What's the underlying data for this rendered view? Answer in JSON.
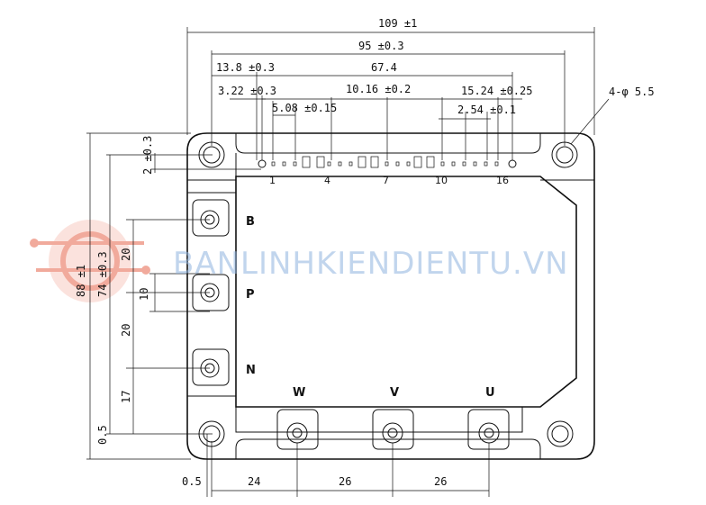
{
  "watermark": {
    "text": "BANLINHKIENDIENTU.VN",
    "color": "#8fb4e0",
    "logo_color": "#e8735c"
  },
  "dimensions": {
    "overall_width": "109 ±1",
    "terminal_span": "95 ±0.3",
    "offset_left": "13.8 ±0.3",
    "inner_span": "67.4",
    "pin_offset": "3.22 ±0.3",
    "pin_group": "5.08 ±0.15",
    "pin_pitch_10": "10.16 ±0.2",
    "pin_pitch_15": "15.24 ±0.25",
    "pin_pitch": "2.54 ±0.1",
    "mount_holes": "4-φ 5.5",
    "height_total": "88 ±1",
    "height_inner": "74 ±0.3",
    "pin_height": "2 ±0.3",
    "b_to_p": "20",
    "p_to_n": "20",
    "n_offset": "17",
    "p_width": "10",
    "bottom_offset": "0.5",
    "left_offset": "0.5",
    "w_pos": "24",
    "v_pos": "26",
    "u_pos": "26"
  },
  "terminals": {
    "b": "B",
    "p": "P",
    "n": "N",
    "w": "W",
    "v": "V",
    "u": "U"
  },
  "pin_numbers": [
    "1",
    "4",
    "7",
    "10",
    "16"
  ]
}
